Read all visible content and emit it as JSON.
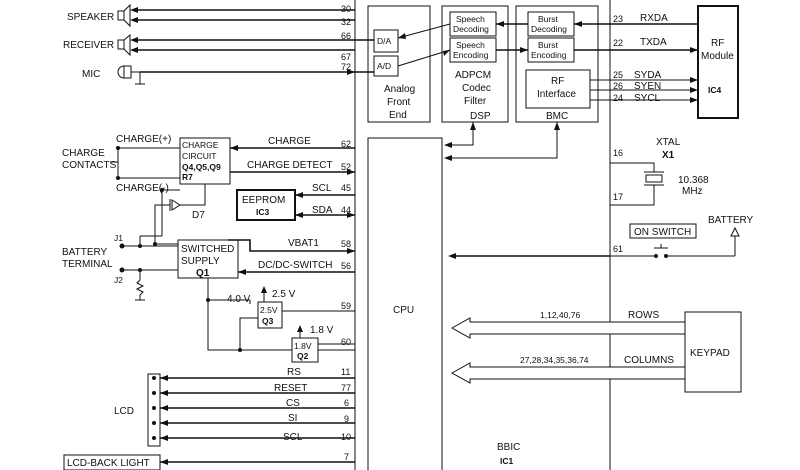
{
  "audio": {
    "speaker": "SPEAKER",
    "receiver": "RECEIVER",
    "mic": "MIC",
    "pins": {
      "p30": "30",
      "p32": "32",
      "p66": "66",
      "p67": "67",
      "p72": "72"
    }
  },
  "afe": {
    "da": "D/A",
    "ad": "A/D",
    "title": [
      "Analog",
      "Front",
      "End"
    ]
  },
  "codec": {
    "speech_decoding": [
      "Speech",
      "Decoding"
    ],
    "speech_encoding": [
      "Speech",
      "Encoding"
    ],
    "title": [
      "ADPCM",
      "Codec",
      "Filter"
    ],
    "dsp": "DSP"
  },
  "bmc": {
    "burst_decoding": [
      "Burst",
      "Decoding"
    ],
    "burst_encoding": [
      "Burst",
      "Encoding"
    ],
    "rf_interface": [
      "RF",
      "Interface"
    ],
    "label": "BMC"
  },
  "rf": {
    "title": [
      "RF",
      "Module"
    ],
    "ref": "IC4",
    "signals": [
      {
        "pin": "23",
        "name": "RXDA"
      },
      {
        "pin": "22",
        "name": "TXDA"
      },
      {
        "pin": "25",
        "name": "SYDA"
      },
      {
        "pin": "26",
        "name": "SYEN"
      },
      {
        "pin": "24",
        "name": "SYCL"
      }
    ]
  },
  "charge": {
    "plus": "CHARGE(+)",
    "minus": "CHARGE(-)",
    "contacts": [
      "CHARGE",
      "CONTACTS"
    ],
    "circuit": [
      "CHARGE",
      "CIRCUIT",
      "Q4,Q5,Q9",
      "R7"
    ],
    "d7": "D7",
    "charge_sig": "CHARGE",
    "charge_pin": "62",
    "detect_sig": "CHARGE DETECT",
    "detect_pin": "52"
  },
  "eeprom": {
    "title": "EEPROM",
    "ref": "IC3",
    "scl": "SCL",
    "scl_pin": "45",
    "sda": "SDA",
    "sda_pin": "44"
  },
  "battery_terminal": {
    "j1": "J1",
    "j2": "J2",
    "label": [
      "BATTERY",
      "TERMINAL"
    ]
  },
  "switched_supply": {
    "title": [
      "SWITCHED",
      "SUPPLY"
    ],
    "ref": "Q1",
    "vbat_sig": "VBAT1",
    "vbat_pin": "58",
    "dcdc_sig": "DC/DC-SWITCH",
    "dcdc_pin": "56"
  },
  "regulators": {
    "v40": "4.0 V",
    "v25": "2.5 V",
    "q3_value": "2.5V",
    "q3": "Q3",
    "q3_pin": "59",
    "v18": "1.8 V",
    "q2_value": "1.8V",
    "q2": "Q2",
    "q2_pin": "60"
  },
  "cpu": {
    "label": "CPU"
  },
  "bbic": {
    "label": "BBIC",
    "ref": "IC1"
  },
  "xtal": {
    "title": "XTAL",
    "ref": "X1",
    "pin_a": "16",
    "pin_b": "17",
    "freq": "10.368",
    "unit": "MHz"
  },
  "power": {
    "battery": "BATTERY",
    "on_switch": "ON SWITCH",
    "pin": "61"
  },
  "keypad": {
    "title": "KEYPAD",
    "rows_pins": "1,12,40,76",
    "rows": "ROWS",
    "cols_pins": "27,28,34,35,36,74",
    "columns": "COLUMNS"
  },
  "lcd": {
    "label": "LCD",
    "signals": [
      {
        "name": "RS",
        "pin": "11"
      },
      {
        "name": "RESET",
        "pin": "77"
      },
      {
        "name": "CS",
        "pin": "6"
      },
      {
        "name": "SI",
        "pin": "9"
      },
      {
        "name": "SCL",
        "pin": "10"
      }
    ],
    "backlight": "LCD-BACK LIGHT",
    "backlight_pin": "7"
  }
}
